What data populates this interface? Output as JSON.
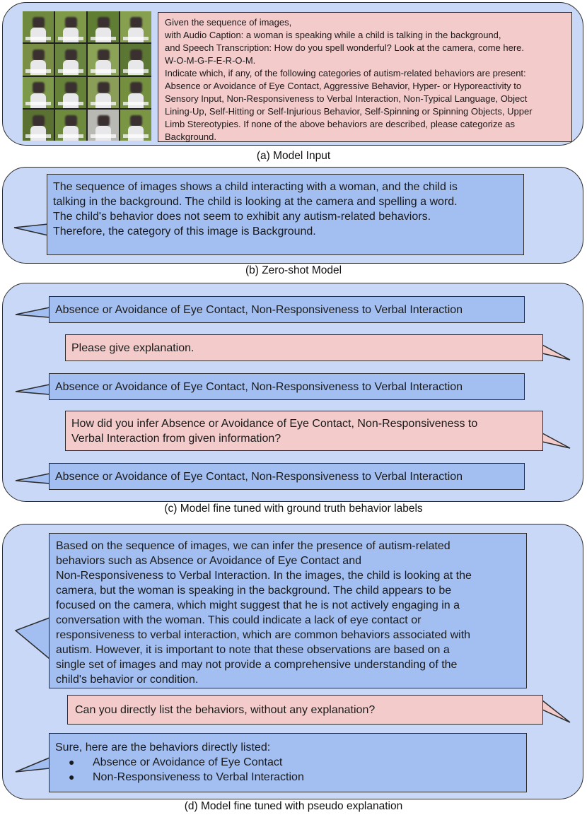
{
  "panel_a": {
    "input_lines": [
      "Given the sequence of images,",
      "with Audio Caption: a woman is speaking while a child is talking in the background,",
      "and Speech Transcription: How do you spell wonderful? Look at the camera, come here.",
      "W-O-M-G-F-E-R-O-M.",
      "Indicate which, if any, of the following categories of autism-related behaviors are present:",
      "Absence or Avoidance of Eye Contact, Aggressive Behavior, Hyper- or Hyporeactivity to",
      "Sensory Input, Non-Responsiveness to Verbal Interaction, Non-Typical Language, Object",
      "Lining-Up, Self-Hitting or Self-Injurious Behavior, Self-Spinning or Spinning Objects, Upper",
      "Limb Stereotypies. If none of the above behaviors are described, please categorize as",
      "Background."
    ],
    "caption": "(a) Model Input"
  },
  "panel_b": {
    "response_lines": [
      "The sequence of images shows a child interacting with a woman, and the child is",
      "talking in the background. The child is looking at the camera and spelling a word.",
      "The child's behavior does not seem to exhibit any autism-related behaviors.",
      "Therefore, the category of this image is Background."
    ],
    "caption": "(b) Zero-shot Model"
  },
  "panel_c": {
    "model_answer_1": "Absence or Avoidance of Eye Contact, Non-Responsiveness to Verbal Interaction",
    "user_prompt_1": "Please give explanation.",
    "model_answer_2": "Absence or Avoidance of Eye Contact, Non-Responsiveness to Verbal Interaction",
    "user_prompt_2_lines": [
      "How did you infer Absence or Avoidance of Eye Contact, Non-Responsiveness to",
      "Verbal Interaction from given information?"
    ],
    "model_answer_3": "Absence or Avoidance of Eye Contact, Non-Responsiveness to Verbal Interaction",
    "caption": "(c) Model fine tuned with ground truth behavior labels"
  },
  "panel_d": {
    "explanation_lines": [
      "Based on the sequence of images, we can infer the presence of autism-related",
      "behaviors such as Absence or Avoidance of Eye Contact and",
      "Non-Responsiveness to Verbal Interaction. In the images, the child is looking at the",
      "camera, but the woman is speaking in the background. The child appears to be",
      "focused on the camera, which might suggest that he is not actively engaging in a",
      "conversation with the woman. This could indicate a lack of eye contact or",
      "responsiveness to verbal interaction, which are common behaviors associated with",
      "autism. However, it is important to note that these observations are based on a",
      "single set of images and may not provide a comprehensive understanding of the",
      "child's behavior or condition."
    ],
    "user_prompt": "Can you directly list the behaviors, without any explanation?",
    "list_intro": "Sure, here are the behaviors directly listed:",
    "list_items": [
      "Absence or Avoidance of Eye Contact",
      "Non-Responsiveness to Verbal Interaction"
    ],
    "caption": "(d) Model fine tuned with pseudo explanation"
  },
  "colors": {
    "panel_bg": "#c9d8f7",
    "model_bubble": "#a3bff2",
    "user_bubble": "#f3cbcb",
    "border": "#2b2b2b"
  }
}
